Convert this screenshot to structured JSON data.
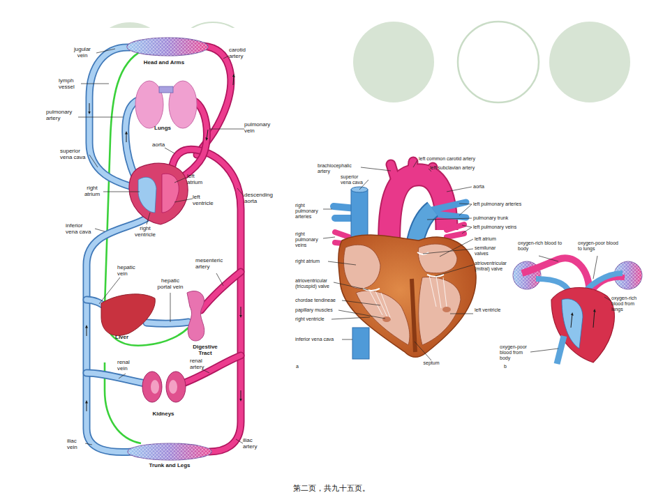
{
  "diagram": {
    "caption": "第二页，共九十五页。",
    "labels": [
      "jugular vein",
      "Head and Arms",
      "carotid artery",
      "lymph vessel",
      "pulmonary artery",
      "Lungs",
      "pulmonary vein",
      "superior vena cava",
      "aorta",
      "left atrium",
      "right atrium",
      "left ventricle",
      "descending aorta",
      "inferior vena cava",
      "right ventricle",
      "mesenteric artery",
      "hepatic vein",
      "hepatic portal vein",
      "Liver",
      "Digestive Tract",
      "renal vein",
      "renal artery",
      "Kidneys",
      "iliac vein",
      "iliac artery",
      "Trunk and Legs",
      "brachiocephalic artery",
      "left common carotid artery",
      "left subclavian artery",
      "superior vena cava",
      "aorta",
      "right pulmonary arteries",
      "left pulmonary arteries",
      "pulmonary trunk",
      "left pulmonary veins",
      "right pulmonary veins",
      "left atrium",
      "semilunar valves",
      "right atrium",
      "atrioventricular (mitral) valve",
      "atrioventricular (tricuspid) valve",
      "chordae tendineae",
      "papillary muscles",
      "right ventricle",
      "left ventricle",
      "inferior vena cava",
      "septum",
      "a",
      "oxygen-rich blood to body",
      "oxygen-poor blood to lungs",
      "oxygen-rich blood from lungs",
      "oxygen-poor blood from body",
      "b"
    ]
  }
}
